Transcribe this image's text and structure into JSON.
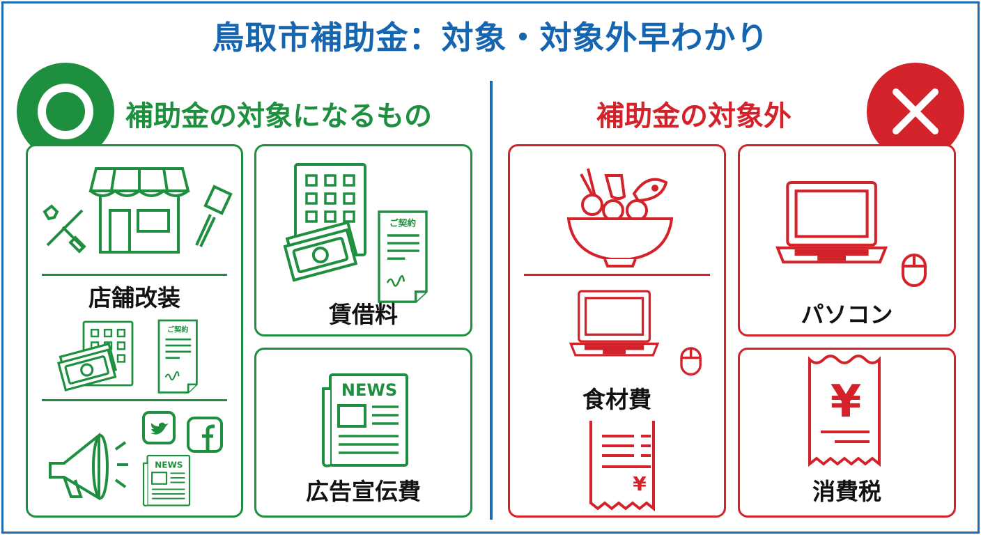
{
  "title": "鳥取市補助金：対象・対象外早わかり",
  "eligible": {
    "heading": "補助金の対象になるもの",
    "icon": "circle-mark-icon",
    "color": "#1e8f3e",
    "items": [
      {
        "label": "店舗改装"
      },
      {
        "label": "賃借料"
      },
      {
        "label": "広告宣伝費"
      }
    ]
  },
  "ineligible": {
    "heading": "補助金の対象外",
    "icon": "cross-mark-icon",
    "color": "#d3222a",
    "items": [
      {
        "label": "食材費"
      },
      {
        "label": "パソコン"
      },
      {
        "label": "消費税"
      }
    ]
  },
  "icon_text": {
    "contract": "ご契約",
    "news": "NEWS",
    "yen": "¥"
  },
  "accent": "#1b6cb3"
}
